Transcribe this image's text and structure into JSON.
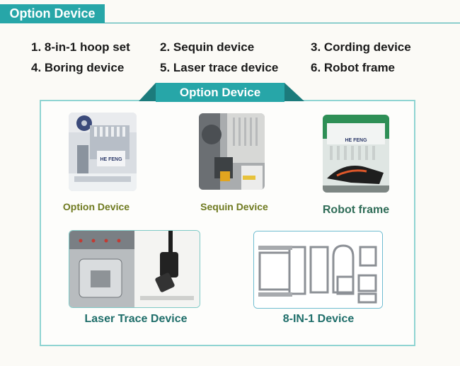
{
  "header": {
    "tab_label": "Option Device"
  },
  "options": {
    "items": [
      "1. 8-in-1 hoop set",
      "2. Sequin device",
      "3. Cording device",
      "4. Boring device",
      "5. Laser trace device",
      "6. Robot frame"
    ]
  },
  "section": {
    "title": "Option Device",
    "captions": {
      "option_device": "Option Device",
      "sequin_device": "Sequin Device",
      "robot_frame": "Robot frame",
      "laser_trace_device": "Laser Trace Device",
      "eight_in_one_device": "8-IN-1 Device"
    },
    "machine_logo": "HE FENG"
  },
  "colors": {
    "accent": "#27a6a8",
    "frame_border": "#8fd4d2",
    "caption_olive": "#6f7a20",
    "caption_green": "#2f6c57",
    "caption_teal": "#1f6e6a"
  }
}
